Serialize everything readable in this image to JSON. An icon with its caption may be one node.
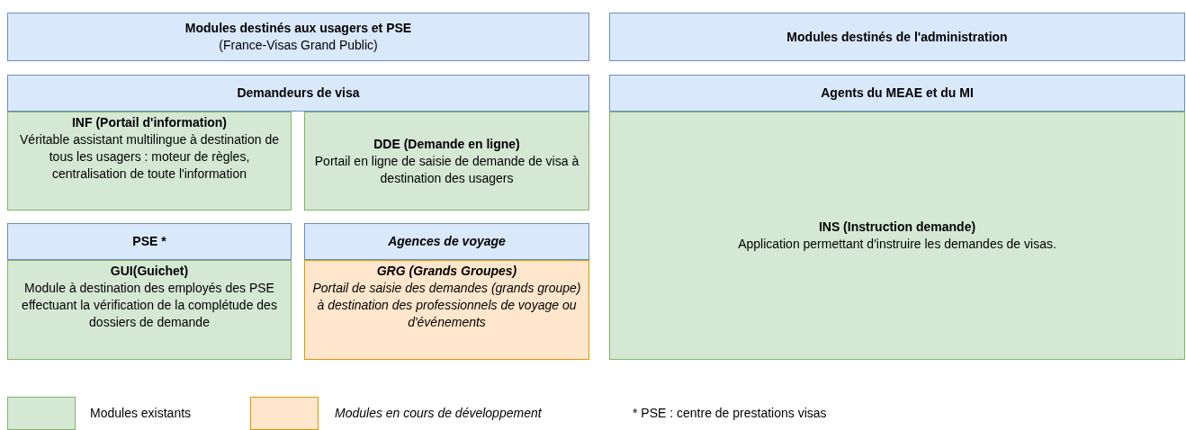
{
  "diagram": {
    "nodes": [
      {
        "text": [
          "Modules destinés aux usagers et PSE",
          "(France-Visas Grand Public)"
        ]
      },
      {
        "text": [
          "Modules destinés de l'administration"
        ]
      },
      {
        "text": [
          "Demandeurs de visa"
        ]
      },
      {
        "text": [
          "INF (Portail d'information)",
          "Véritable assistant multilingue à destination de tous les usagers : moteur de règles, centralisation de toute l'information"
        ]
      },
      {
        "text": [
          "DDE (Demande en ligne)",
          "Portail en ligne de saisie de demande de visa à destination des usagers"
        ]
      },
      {
        "text": [
          "PSE *"
        ]
      },
      {
        "text": [
          "GUI(Guichet)",
          "Module à destination des employés des PSE effectuant la vérification de la complétude des dossiers de demande"
        ]
      },
      {
        "text": [
          "Agences de voyage"
        ]
      },
      {
        "text": [
          "GRG (Grands Groupes)",
          "Portail de saisie des demandes (grands groupe) à destination des professionnels de voyage ou d'événements"
        ]
      },
      {
        "text": [
          "Agents du MEAE et du MI"
        ]
      },
      {
        "text": [
          "INS (Instruction demande)",
          "Application permettant d'instruire les demandes de visas."
        ]
      }
    ],
    "edges": [],
    "labels": [
      "* PSE : centre de prestations visas"
    ],
    "legend": [
      {
        "text": "Modules existants",
        "color": "#d5e8d4"
      },
      {
        "text": "Modules en cours de développement",
        "color": "#ffe6cc"
      }
    ]
  }
}
